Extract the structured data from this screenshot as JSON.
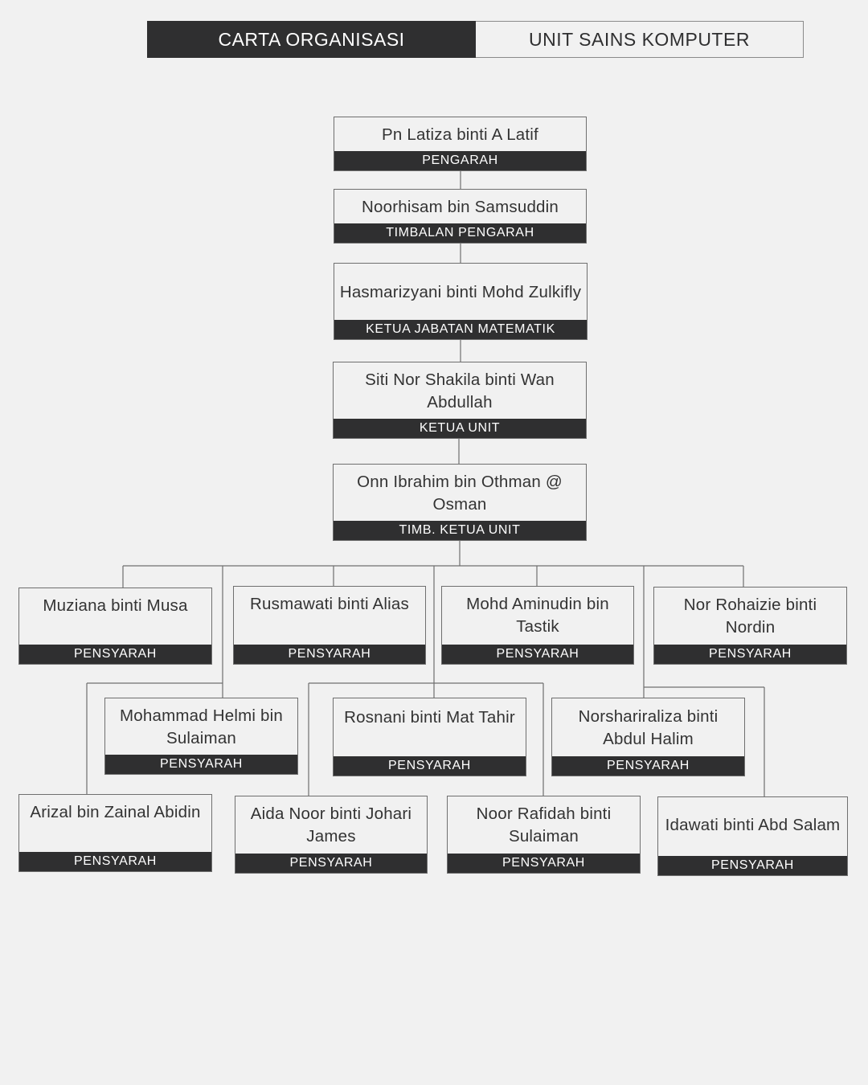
{
  "header": {
    "left_label": "CARTA ORGANISASI",
    "right_label": "UNIT SAINS KOMPUTER"
  },
  "colors": {
    "background": "#f1f1f1",
    "dark": "#2f2f30",
    "line": "#6f6f6f"
  },
  "leadership": [
    {
      "name": "Pn Latiza binti A Latif",
      "role": "PENGARAH"
    },
    {
      "name": "Noorhisam bin Samsuddin",
      "role": "TIMBALAN PENGARAH"
    },
    {
      "name": "Hasmarizyani binti Mohd Zulkifly",
      "role": "KETUA JABATAN MATEMATIK"
    },
    {
      "name": "Siti Nor Shakila binti Wan Abdullah",
      "role": "KETUA UNIT"
    },
    {
      "name": "Onn Ibrahim bin Othman @ Osman",
      "role": "TIMB. KETUA UNIT"
    }
  ],
  "staff": [
    {
      "name": "Muziana binti Musa",
      "role": "PENSYARAH"
    },
    {
      "name": "Rusmawati binti Alias",
      "role": "PENSYARAH"
    },
    {
      "name": "Mohd Aminudin bin Tastik",
      "role": "PENSYARAH"
    },
    {
      "name": "Nor Rohaizie binti Nordin",
      "role": "PENSYARAH"
    },
    {
      "name": "Mohammad Helmi bin Sulaiman",
      "role": "PENSYARAH"
    },
    {
      "name": "Rosnani binti Mat Tahir",
      "role": "PENSYARAH"
    },
    {
      "name": "Norshariraliza binti Abdul Halim",
      "role": "PENSYARAH"
    },
    {
      "name": "Arizal bin Zainal Abidin",
      "role": "PENSYARAH"
    },
    {
      "name": "Aida Noor binti Johari James",
      "role": "PENSYARAH"
    },
    {
      "name": "Noor Rafidah binti Sulaiman",
      "role": "PENSYARAH"
    },
    {
      "name": "Idawati binti Abd Salam",
      "role": "PENSYARAH"
    }
  ]
}
